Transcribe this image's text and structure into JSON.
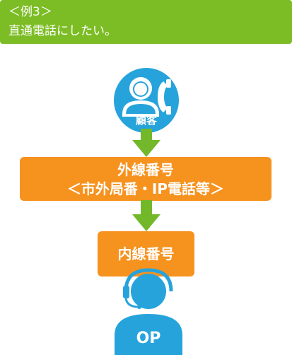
{
  "header": {
    "line1": "＜例3＞",
    "line2": "直通電話にしたい。"
  },
  "customer": {
    "label": "顧客"
  },
  "external_box": {
    "line1": "外線番号",
    "line2": "＜市外局番・IP電話等＞"
  },
  "internal_box": {
    "label": "内線番号"
  },
  "operator": {
    "label": "OP"
  },
  "colors": {
    "header_green": "#7cbd25",
    "arrow_green": "#72b82a",
    "box_orange": "#f6921e",
    "icon_blue": "#27a3dc"
  }
}
